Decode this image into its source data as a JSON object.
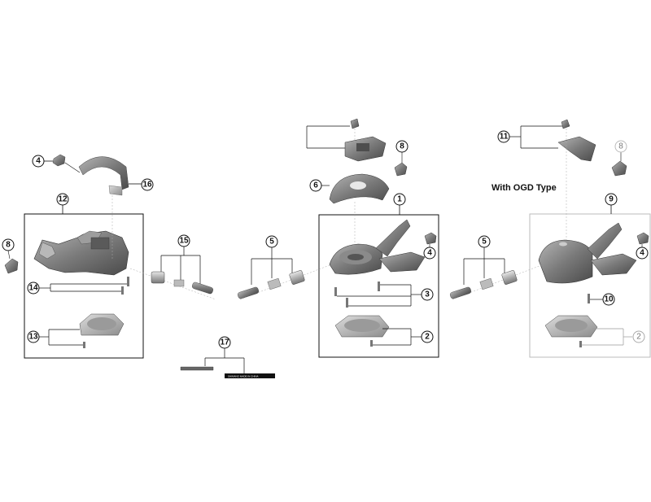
{
  "callouts": {
    "c1": "1",
    "c2a": "2",
    "c2b": "2",
    "c3": "3",
    "c4a": "4",
    "c4b": "4",
    "c4c": "4",
    "c5a": "5",
    "c5b": "5",
    "c6": "6",
    "c8a": "8",
    "c8b": "8",
    "c8c": "8",
    "c9": "9",
    "c10": "10",
    "c11": "11",
    "c12": "12",
    "c13": "13",
    "c14": "14",
    "c15": "15",
    "c16": "16",
    "c17": "17"
  },
  "ogd_heading": "With OGD Type",
  "tool_label": "SHIMANO MADE IN CHINA",
  "colors": {
    "part_dark": "#6b6b6b",
    "part_mid": "#9a9a9a",
    "part_light": "#c9c9c9",
    "line": "#111111",
    "faint_line": "#9a9a9a"
  }
}
